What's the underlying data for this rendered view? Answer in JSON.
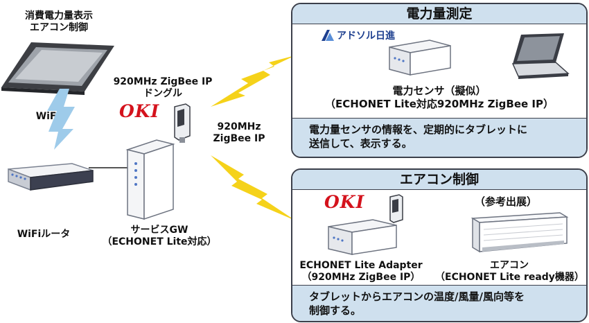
{
  "tablet": {
    "label_line1": "消費電力量表示",
    "label_line2": "エアコン制御"
  },
  "wifi": {
    "label": "WiFi"
  },
  "router": {
    "label": "WiFiルータ"
  },
  "dongle": {
    "label_line1": "920MHz ZigBee IP",
    "label_line2": "ドングル",
    "brand": "OKI"
  },
  "gateway": {
    "label_line1": "サービスGW",
    "label_line2": "（ECHONET Lite対応）"
  },
  "radio": {
    "label_line1": "920MHz",
    "label_line2": "ZigBee IP"
  },
  "power_panel": {
    "title": "電力量測定",
    "partner_logo": "アドソル日進",
    "sensor_line1": "電力センサ（擬似）",
    "sensor_line2": "（ECHONET Lite対応920MHz ZigBee IP）",
    "desc_line1": "電力量センサの情報を、定期的にタブレットに",
    "desc_line2": "送信して、表示する。"
  },
  "ac_panel": {
    "title": "エアコン制御",
    "brand": "OKI",
    "exhibit_note": "（参考出展）",
    "adapter_line1": "ECHONET Lite Adapter",
    "adapter_line2": "（920MHz ZigBee IP）",
    "aircon_line1": "エアコン",
    "aircon_line2": "（ECHONET Lite ready機器）",
    "desc_line1": "タブレットからエアコンの温度/風量/風向等を",
    "desc_line2": "制御する。"
  },
  "colors": {
    "panel_fill": "#cfe0ee",
    "bolt": "#f5d21a",
    "wifi": "#9ecbea",
    "oki_red": "#d4121c",
    "partner_blue": "#1d3f8f"
  }
}
